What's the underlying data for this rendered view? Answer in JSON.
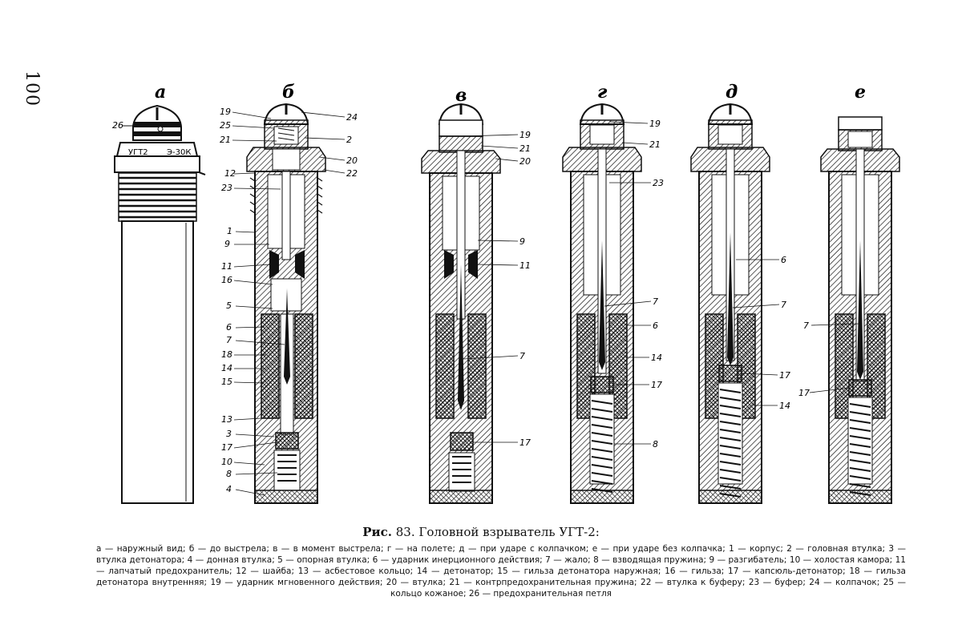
{
  "page_number": "100",
  "panels": [
    {
      "letter": "а",
      "labels": [
        "26"
      ]
    },
    {
      "letter": "б",
      "labels": [
        "19",
        "25",
        "21",
        "12",
        "23",
        "1",
        "9",
        "11",
        "16",
        "5",
        "6",
        "7",
        "18",
        "14",
        "15",
        "13",
        "3",
        "17",
        "10",
        "8",
        "4",
        "24",
        "2",
        "20",
        "22"
      ]
    },
    {
      "letter": "в",
      "labels": [
        "19",
        "21",
        "20",
        "9",
        "11",
        "7",
        "17"
      ]
    },
    {
      "letter": "г",
      "labels": [
        "19",
        "21",
        "23",
        "7",
        "6",
        "14",
        "17",
        "8"
      ]
    },
    {
      "letter": "д",
      "labels": [
        "6",
        "7",
        "17",
        "14"
      ]
    },
    {
      "letter": "е",
      "labels": [
        "7",
        "17"
      ]
    }
  ],
  "housing_marks": [
    "УГТ2",
    "Э-30К"
  ],
  "caption": {
    "prefix": "Рис.",
    "number": "83.",
    "title": "Головной взрыватель УГТ-2:",
    "body": "а — наружный вид; б — до выстрела; в — в момент выстрела; г — на полете; д — при ударе с колпачком; е — при ударе без колпачка; 1 — корпус; 2 — головная втулка; 3 — втулка детонатора; 4 — донная втулка; 5 — опорная втулка; 6 — ударник инерционного действия; 7 — жало; 8 — взводящая пружина; 9 — разгибатель; 10 — холостая камора; 11 — лапчатый предохранитель; 12 — шайба; 13 — асбестовое кольцо; 14 — детонатор; 15 — гильза детонатора наружная; 16 — гильза; 17 — капсюль-детонатор; 18 — гильза детонатора внутренняя; 19 — ударник мгновенного действия; 20 — втулка; 21 — контрпредохранительная пружина; 22 — втулка к буферу; 23 — буфер; 24 — колпачок; 25 — кольцо кожаное; 26 — предохранительная петля"
  }
}
